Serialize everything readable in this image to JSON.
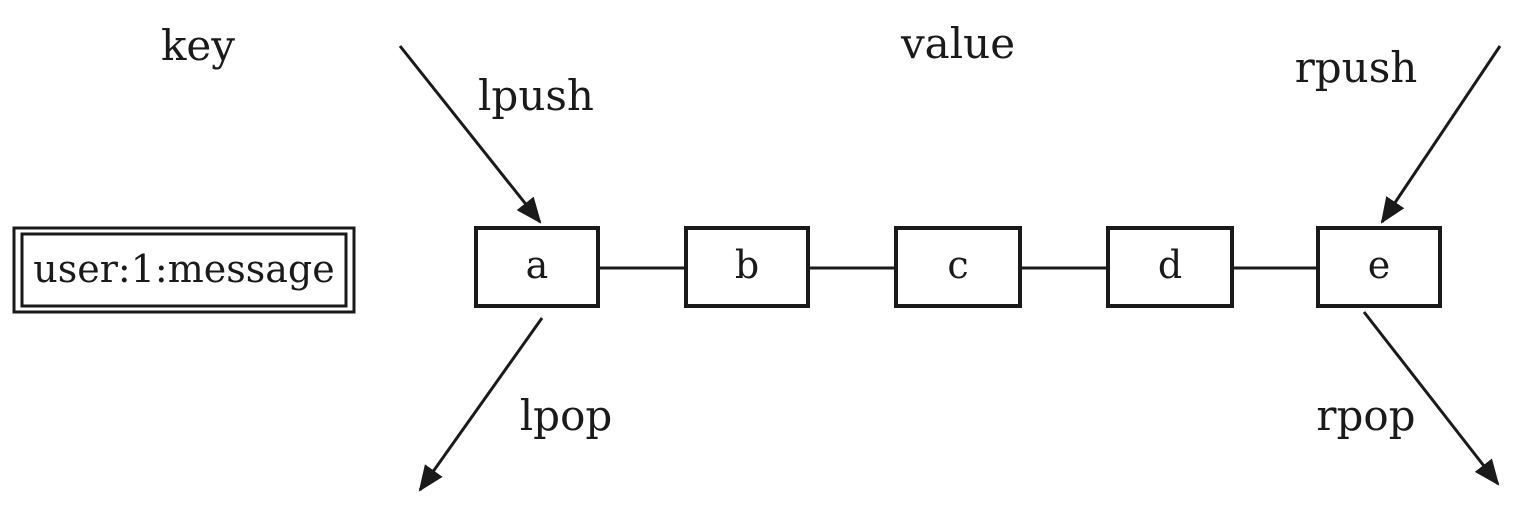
{
  "labels": {
    "key": "key",
    "value": "value"
  },
  "key_box": {
    "text": "user:1:message"
  },
  "nodes": [
    {
      "label": "a"
    },
    {
      "label": "b"
    },
    {
      "label": "c"
    },
    {
      "label": "d"
    },
    {
      "label": "e"
    }
  ],
  "operations": {
    "lpush": "lpush",
    "lpop": "lpop",
    "rpush": "rpush",
    "rpop": "rpop"
  },
  "colors": {
    "stroke": "#1a1a1a",
    "background": "#ffffff"
  }
}
